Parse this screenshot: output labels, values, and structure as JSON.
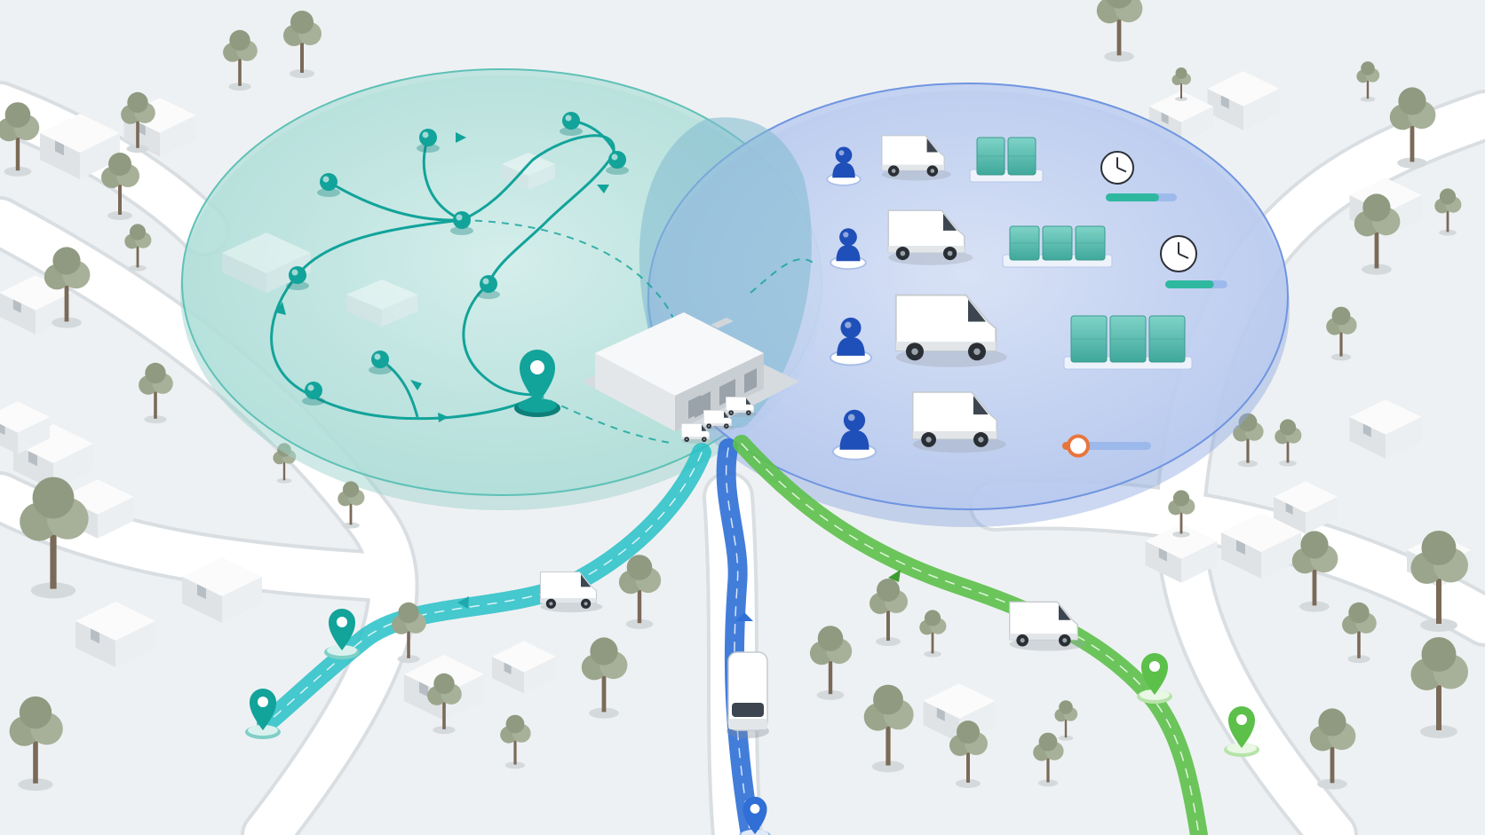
{
  "scene": {
    "description_free": true,
    "colors": {
      "ground": "#eef1f3",
      "road": "#ffffff",
      "road_edge": "#d9dee2",
      "house_top": "#fbfbfb",
      "house_side": "#dfe3e6",
      "tree_canopy": "#9aa58c",
      "tree_trunk": "#7a6a58",
      "teal": "#12a39a",
      "teal_dark": "#0e7f79",
      "teal_zone": "#bfe6e2",
      "blue": "#2f6fd6",
      "blue_zone": "#c9d6f2",
      "blue_marker": "#1f4fb8",
      "green": "#5cc04a",
      "green_dark": "#3f9a34",
      "orange": "#e8753c",
      "crate": "#5cc0b3"
    },
    "icons": {
      "stop": "map-pin-icon",
      "driver": "driver-icon",
      "clock": "clock-icon",
      "van": "delivery-van-icon",
      "warehouse": "warehouse-icon",
      "crate": "cargo-crate-icon"
    },
    "progress": {
      "bar_1": 0.75,
      "bar_2": 0.78,
      "bar_3": 0.18
    }
  }
}
